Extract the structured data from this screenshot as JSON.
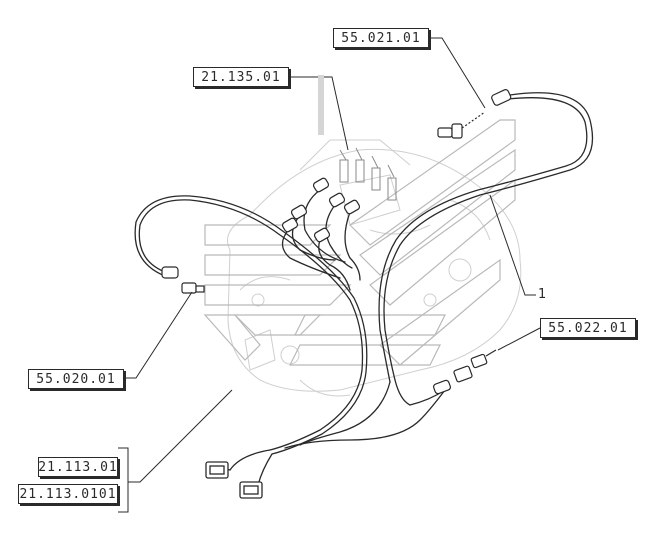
{
  "diagram": {
    "callouts": {
      "ref_55_021_01": "55.021.01",
      "ref_21_135_01": "21.135.01",
      "ref_55_022_01": "55.022.01",
      "ref_55_020_01": "55.020.01",
      "ref_21_113_01": "21.113.01",
      "ref_21_113_0101": "21.113.0101"
    },
    "item_number": "1",
    "colors": {
      "line": "#2a2a2a",
      "watermark": "#bdbdbd",
      "faint": "#d0d0d0"
    }
  }
}
